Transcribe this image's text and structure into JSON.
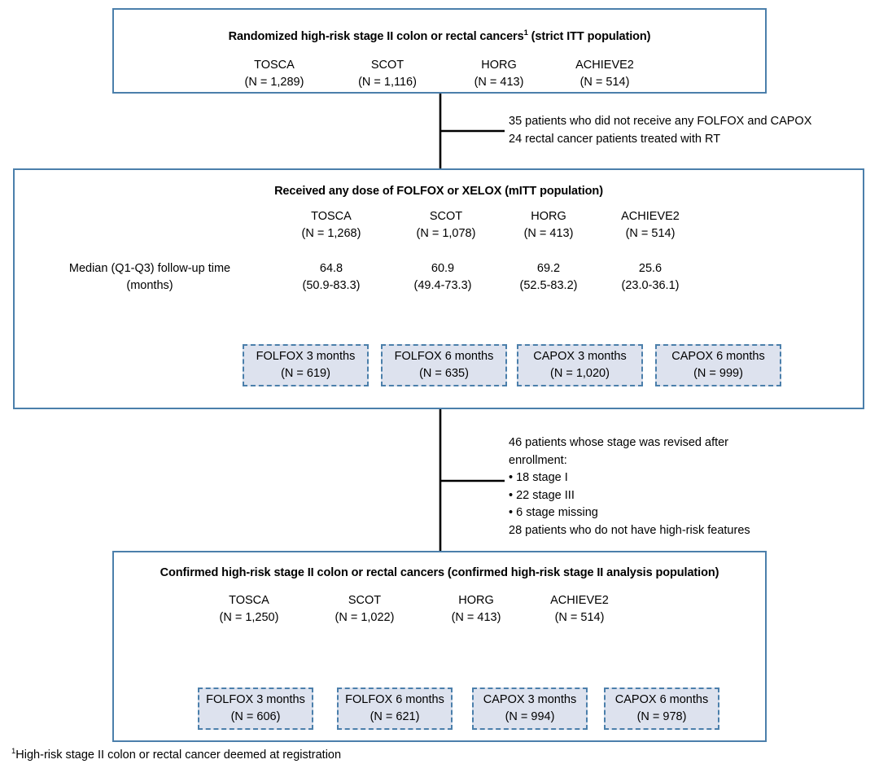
{
  "figure": {
    "type": "flow-diagram",
    "footnote": "High-risk stage II colon or rectal cancer deemed at registration",
    "footnote_marker": "1"
  },
  "colors": {
    "panel_border": "#4b7fab",
    "arm_border": "#4b7fab",
    "arm_fill": "#dde2ee",
    "connector": "#000000",
    "background": "#ffffff"
  },
  "stage1": {
    "title": "Randomized high-risk stage II colon or rectal cancers",
    "title_marker": "1",
    "title_suffix": " (strict ITT population)",
    "trials": [
      {
        "name": "TOSCA",
        "n": "(N = 1,289)"
      },
      {
        "name": "SCOT",
        "n": "(N = 1,116)"
      },
      {
        "name": "HORG",
        "n": "(N = 413)"
      },
      {
        "name": "ACHIEVE2",
        "n": "(N = 514)"
      }
    ]
  },
  "exclusion1": {
    "lines": [
      "35 patients who did not receive any FOLFOX and CAPOX",
      "24 rectal cancer patients treated with RT"
    ]
  },
  "stage2": {
    "title": "Received any dose of FOLFOX or XELOX (mITT population)",
    "trials": [
      {
        "name": "TOSCA",
        "n": "(N = 1,268)"
      },
      {
        "name": "SCOT",
        "n": "(N = 1,078)"
      },
      {
        "name": "HORG",
        "n": "(N = 413)"
      },
      {
        "name": "ACHIEVE2",
        "n": "(N = 514)"
      }
    ],
    "median_label_line1": "Median  (Q1-Q3) follow-up time",
    "median_label_line2": "(months)",
    "followup": [
      {
        "median": "64.8",
        "iqr": "(50.9-83.3)"
      },
      {
        "median": "60.9",
        "iqr": "(49.4-73.3)"
      },
      {
        "median": "69.2",
        "iqr": "(52.5-83.2)"
      },
      {
        "median": "25.6",
        "iqr": "(23.0-36.1)"
      }
    ],
    "arms": [
      {
        "regimen": "FOLFOX 3 months",
        "n": "(N = 619)"
      },
      {
        "regimen": "FOLFOX 6 months",
        "n": "(N = 635)"
      },
      {
        "regimen": "CAPOX 3 months",
        "n": "(N = 1,020)"
      },
      {
        "regimen": "CAPOX 6 months",
        "n": "(N = 999)"
      }
    ]
  },
  "exclusion2": {
    "lines": [
      "46 patients whose stage was revised after",
      "enrollment:",
      "• 18 stage I",
      "• 22 stage III",
      "• 6 stage missing",
      "28 patients who do not have high-risk features"
    ]
  },
  "stage3": {
    "title": "Confirmed high-risk stage II colon or rectal cancers (confirmed high-risk stage II analysis population)",
    "trials": [
      {
        "name": "TOSCA",
        "n": "(N = 1,250)"
      },
      {
        "name": "SCOT",
        "n": "(N = 1,022)"
      },
      {
        "name": "HORG",
        "n": "(N = 413)"
      },
      {
        "name": "ACHIEVE2",
        "n": "(N = 514)"
      }
    ],
    "arms": [
      {
        "regimen": "FOLFOX 3 months",
        "n": "(N = 606)"
      },
      {
        "regimen": "FOLFOX 6 months",
        "n": "(N = 621)"
      },
      {
        "regimen": "CAPOX 3 months",
        "n": "(N = 994)"
      },
      {
        "regimen": "CAPOX 6 months",
        "n": "(N = 978)"
      }
    ]
  }
}
